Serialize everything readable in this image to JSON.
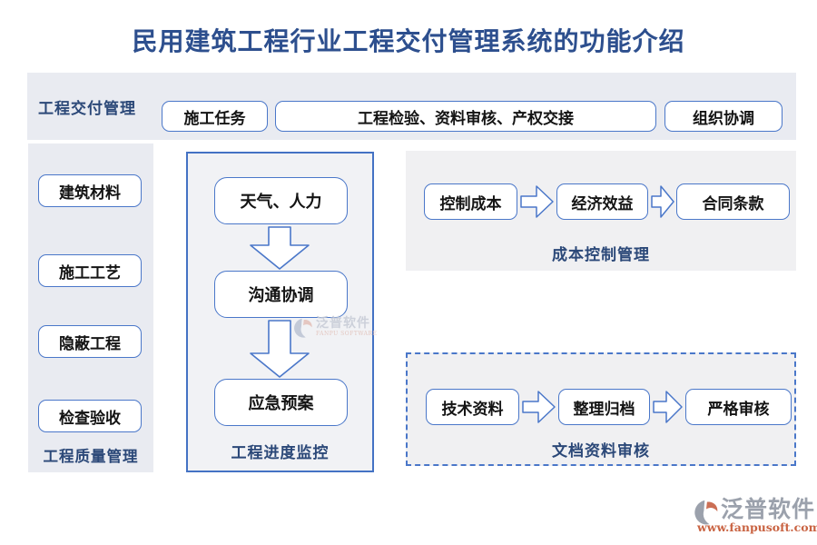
{
  "title": "民用建筑工程行业工程交付管理系统的功能介绍",
  "header": {
    "label": "工程交付管理",
    "buttons": [
      "施工任务",
      "工程检验、资料审核、产权交接",
      "组织协调"
    ]
  },
  "quality_panel": {
    "items": [
      "建筑材料",
      "施工工艺",
      "隐蔽工程",
      "检查验收"
    ],
    "label": "工程质量管理"
  },
  "progress_panel": {
    "steps": [
      "天气、人力",
      "沟通协调",
      "应急预案"
    ],
    "label": "工程进度监控"
  },
  "cost_panel": {
    "steps": [
      "控制成本",
      "经济效益",
      "合同条款"
    ],
    "label": "成本控制管理"
  },
  "docs_panel": {
    "steps": [
      "技术资料",
      "整理归档",
      "严格审核"
    ],
    "label": "文档资料审核"
  },
  "watermark": {
    "brand": "泛普软件",
    "subtitle": "FANPU SOFTWARE"
  },
  "footer": {
    "brand": "泛普软件",
    "url": "www.fanpusoft.com"
  },
  "colors": {
    "accent_blue": "#4a77c9",
    "title_blue": "#2d4f8e",
    "label_blue": "#2b4878",
    "band_bg": "#e9ebf1",
    "panel_bg": "#f0f0f2",
    "flow_bg": "#f1f2f5",
    "logo_gray": "#9ba1ac",
    "logo_salmon": "#cb6f55",
    "url_orange": "#c96342"
  }
}
